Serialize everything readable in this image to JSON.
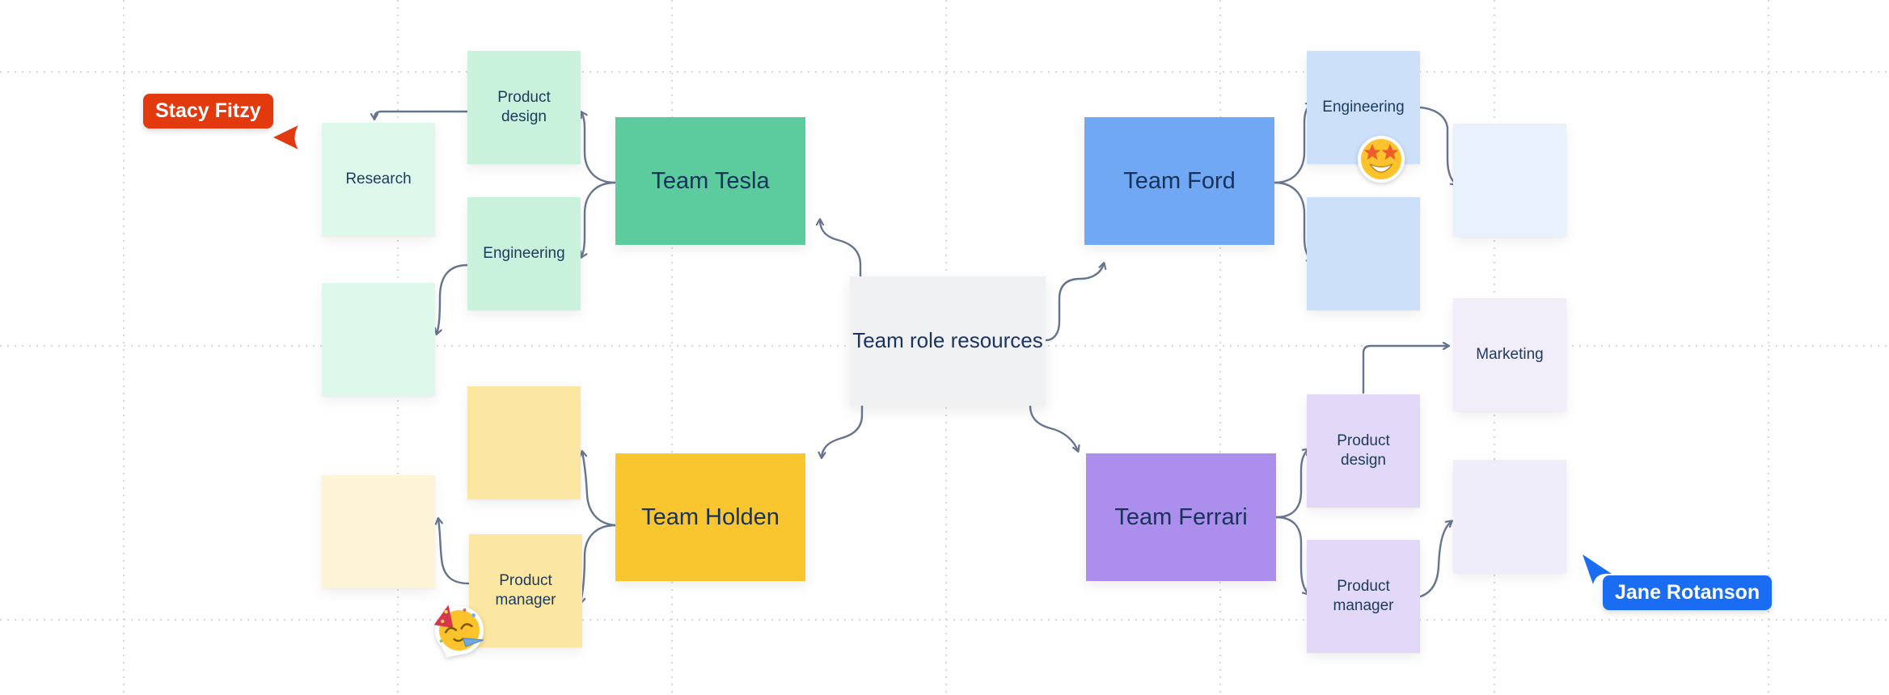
{
  "board": {
    "center_node": {
      "label": "Team role resources",
      "color": "#EFF1F3"
    },
    "teams": {
      "tesla": {
        "label": "Team Tesla",
        "color": "#5CCB9D"
      },
      "ford": {
        "label": "Team Ford",
        "color": "#71A8F4"
      },
      "holden": {
        "label": "Team Holden",
        "color": "#FAC62F"
      },
      "ferrari": {
        "label": "Team Ferrari",
        "color": "#AC8FEC"
      }
    },
    "stickies": {
      "research": {
        "label": "Research",
        "color": "#DFF8EC"
      },
      "tesla_product_design": {
        "label": "Product design",
        "color": "#C9F2DD"
      },
      "tesla_engineering": {
        "label": "Engineering",
        "color": "#C9F2DD"
      },
      "tesla_blank_mint": {
        "label": "",
        "color": "#DFF8EC"
      },
      "holden_blank_yellow": {
        "label": "",
        "color": "#FBE7A1"
      },
      "holden_blank_cream": {
        "label": "",
        "color": "#FDF3D7"
      },
      "holden_product_manager": {
        "label": "Product manager",
        "color": "#FBE7A1"
      },
      "ford_engineering": {
        "label": "Engineering",
        "color": "#CDE0FA"
      },
      "ford_blank_blue": {
        "label": "",
        "color": "#CDE0FA"
      },
      "ford_blank_pale": {
        "label": "",
        "color": "#E8F1FC"
      },
      "marketing": {
        "label": "Marketing",
        "color": "#F1EEFA"
      },
      "ferrari_product_design": {
        "label": "Product design",
        "color": "#E1D9F7"
      },
      "ferrari_product_manager": {
        "label": "Product manager",
        "color": "#E1D9F7"
      },
      "ferrari_blank_pale": {
        "label": "",
        "color": "#EFEDFA"
      }
    },
    "cursors": {
      "stacy": {
        "name": "Stacy Fitzy",
        "color": "#E23A0E"
      },
      "jane": {
        "name": "Jane Rotanson",
        "color": "#1A6DF2"
      }
    },
    "stickers": {
      "star_struck": {
        "name": "star-struck-emoji"
      },
      "partying_face": {
        "name": "partying-face-emoji"
      }
    },
    "connector_color": "#66748F",
    "grid_color": "#D7D7D7"
  }
}
